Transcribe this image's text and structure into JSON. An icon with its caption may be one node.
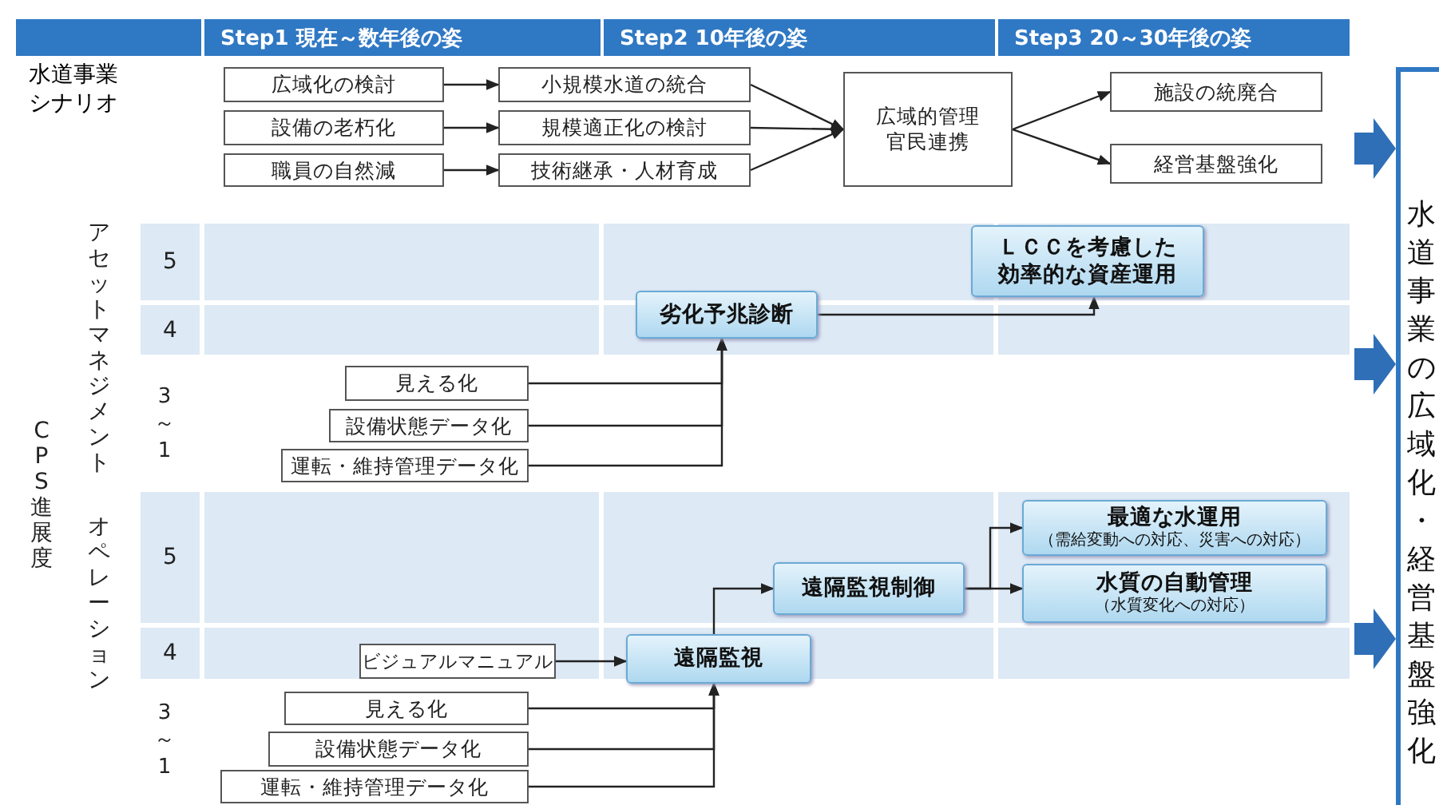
{
  "diagram": {
    "nodes": [
      {
        "text": [
          "広域化の検討"
        ]
      },
      {
        "text": [
          "設備の老朽化"
        ]
      },
      {
        "text": [
          "職員の自然減"
        ]
      },
      {
        "text": [
          "小規模水道の統合"
        ]
      },
      {
        "text": [
          "規模適正化の検討"
        ]
      },
      {
        "text": [
          "技術継承・人材育成"
        ]
      },
      {
        "text": [
          "広域的管理官民連携"
        ]
      },
      {
        "text": [
          "施設の統廃合"
        ]
      },
      {
        "text": [
          "経営基盤強化"
        ]
      },
      {
        "text": [
          "水道事業の広域化・経営基盤強化"
        ]
      },
      {
        "text": [
          "ＬＣＣを考慮した効率的な資産運用"
        ]
      },
      {
        "text": [
          "劣化予兆診断"
        ]
      },
      {
        "text": [
          "見える化"
        ]
      },
      {
        "text": [
          "設備状態データ化"
        ]
      },
      {
        "text": [
          "運転・維持管理データ化"
        ]
      },
      {
        "text": [
          "最適な水運用",
          "（需給変動への対応、災害への対応）"
        ]
      },
      {
        "text": [
          "水質の自動管理",
          "（水質変化への対応）"
        ]
      },
      {
        "text": [
          "遠隔監視制御"
        ]
      },
      {
        "text": [
          "ビジュアルマニュアル"
        ]
      },
      {
        "text": [
          "遠隔監視"
        ]
      },
      {
        "text": [
          "見える化"
        ]
      },
      {
        "text": [
          "設備状態データ化"
        ]
      },
      {
        "text": [
          "運転・維持管理データ化"
        ]
      }
    ],
    "edges": [
      {
        "from": 0,
        "to": 3,
        "arrow": "to"
      },
      {
        "from": 1,
        "to": 4,
        "arrow": "to"
      },
      {
        "from": 2,
        "to": 5,
        "arrow": "to"
      },
      {
        "from": 3,
        "to": 6,
        "arrow": "to"
      },
      {
        "from": 4,
        "to": 6,
        "arrow": "to"
      },
      {
        "from": 5,
        "to": 6,
        "arrow": "to"
      },
      {
        "from": 6,
        "to": 7,
        "arrow": "to"
      },
      {
        "from": 6,
        "to": 8,
        "arrow": "to"
      },
      {
        "from": 11,
        "to": 10,
        "arrow": "to"
      },
      {
        "from": 12,
        "to": 11,
        "arrow": "to"
      },
      {
        "from": 13,
        "to": 11,
        "arrow": "to"
      },
      {
        "from": 14,
        "to": 11,
        "arrow": "to"
      },
      {
        "from": 17,
        "to": 15,
        "arrow": "to"
      },
      {
        "from": 17,
        "to": 16,
        "arrow": "to"
      },
      {
        "from": 19,
        "to": 17,
        "arrow": "to"
      },
      {
        "from": 18,
        "to": 19,
        "arrow": "to"
      },
      {
        "from": 20,
        "to": 19,
        "arrow": "to"
      },
      {
        "from": 21,
        "to": 19,
        "arrow": "to"
      },
      {
        "from": 22,
        "to": 19,
        "arrow": "to"
      },
      {
        "from": null,
        "to": 9,
        "arrow": "to",
        "style": "thick"
      },
      {
        "from": null,
        "to": 9,
        "arrow": "to",
        "style": "thick"
      },
      {
        "from": null,
        "to": 9,
        "arrow": "to",
        "style": "thick"
      }
    ],
    "labels": [
      "Step1 現在～数年後の姿",
      "Step2 10年後の姿",
      "Step3 20～30年後の姿",
      "水道事業シナリオ",
      "アセットマネジメント",
      "5",
      "4",
      "3～1",
      "CPS進展度",
      "オペレーション",
      "5",
      "4",
      "3～1"
    ]
  }
}
